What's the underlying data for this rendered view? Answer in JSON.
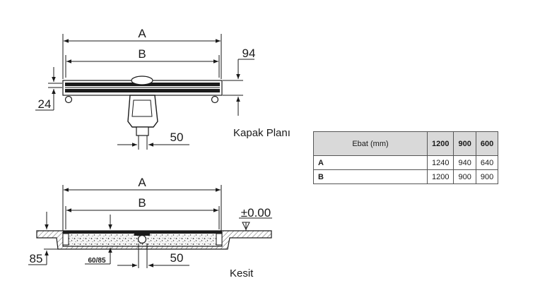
{
  "plan": {
    "dim_a": "A",
    "dim_b": "B",
    "dim_94": "94",
    "dim_24": "24",
    "dim_50": "50",
    "caption": "Kapak Planı"
  },
  "section": {
    "dim_a": "A",
    "dim_b": "B",
    "dim_000": "±0.00",
    "dim_85": "85",
    "dim_6085": "60/85",
    "dim_50": "50",
    "caption": "Kesit"
  },
  "table": {
    "header": [
      "Ebat (mm)",
      "1200",
      "900",
      "600"
    ],
    "rows": [
      [
        "A",
        "1240",
        "940",
        "640"
      ],
      [
        "B",
        "1200",
        "900",
        "900"
      ]
    ]
  }
}
